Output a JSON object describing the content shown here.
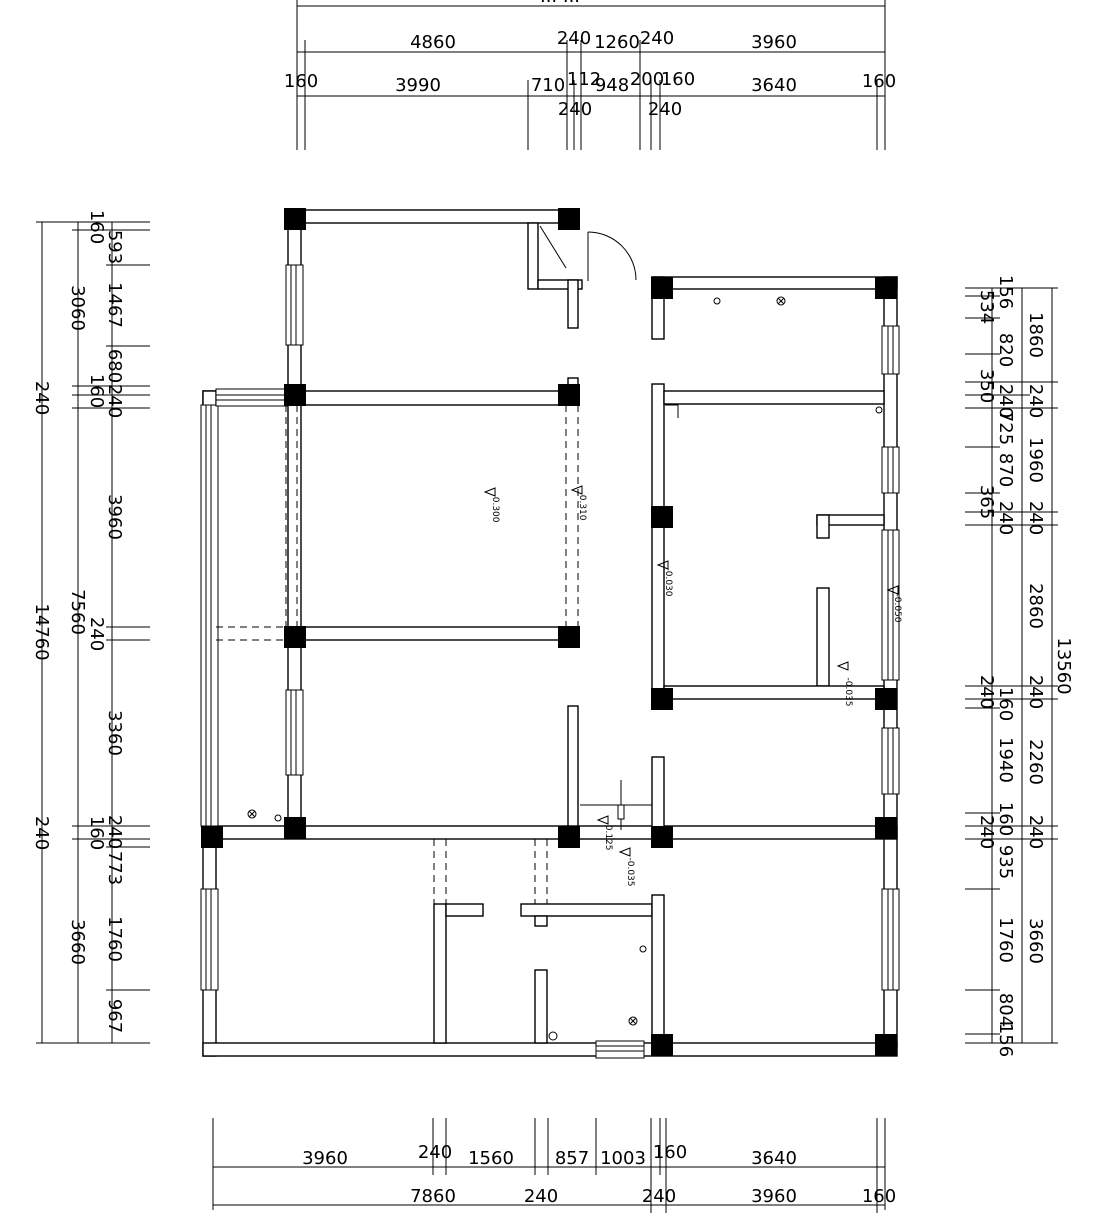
{
  "drawing": {
    "top_title_fragment": "... ...",
    "top_row_outer": [
      "4860",
      "240",
      "1260",
      "240",
      "3960"
    ],
    "top_row_inner": [
      "160",
      "3990",
      "710",
      "112",
      "948",
      "200",
      "160",
      "3640",
      "160"
    ],
    "top_row_inner_sub": [
      "240",
      "240"
    ],
    "bottom_row_inner": [
      "3960",
      "240",
      "1560",
      "857",
      "1003",
      "160",
      "3640"
    ],
    "bottom_row_outer": [
      "7860",
      "240",
      "240",
      "3960",
      "160"
    ],
    "left_col_outer": [
      "240",
      "14760",
      "240"
    ],
    "left_col_mid": [
      "160",
      "3060",
      "7560",
      "160",
      "3660"
    ],
    "left_col_inner": [
      "593",
      "1467",
      "680",
      "160",
      "240",
      "3960",
      "240",
      "3360",
      "240",
      "773",
      "1760",
      "967"
    ],
    "right_col_outer": [
      "13560"
    ],
    "right_col_mid": [
      "1860",
      "240",
      "1960",
      "240",
      "2860",
      "240",
      "2260",
      "240",
      "3660"
    ],
    "right_col_inner": [
      "156",
      "534",
      "820",
      "350",
      "240",
      "725",
      "870",
      "365",
      "240",
      "240",
      "160",
      "1940",
      "160",
      "240",
      "935",
      "1760",
      "804",
      "156"
    ],
    "level_marks": [
      "-0.300",
      "-0.310",
      "-0.030",
      "-0.035",
      "-0.050",
      "-0.125",
      "-0.035"
    ]
  }
}
